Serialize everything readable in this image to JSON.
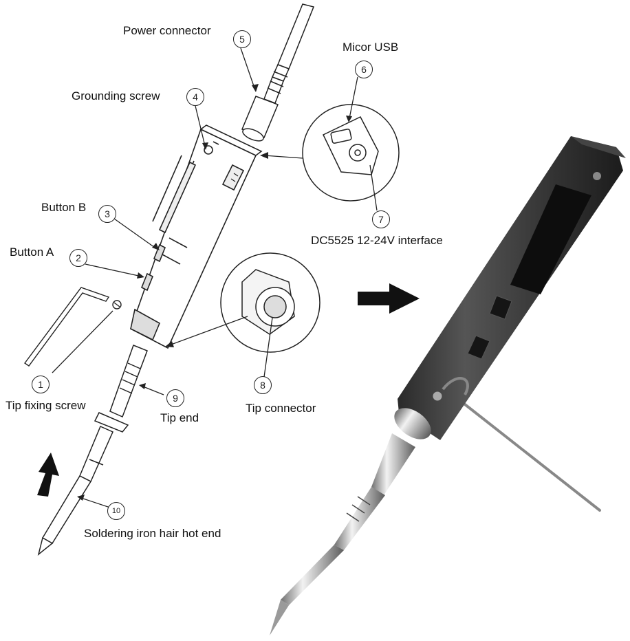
{
  "callouts": [
    {
      "number": "1",
      "label": "Tip fixing screw"
    },
    {
      "number": "2",
      "label": "Button A"
    },
    {
      "number": "3",
      "label": "Button B"
    },
    {
      "number": "4",
      "label": "Grounding screw"
    },
    {
      "number": "5",
      "label": "Power connector"
    },
    {
      "number": "6",
      "label": "Micor USB"
    },
    {
      "number": "7",
      "label": "DC5525 12-24V interface"
    },
    {
      "number": "8",
      "label": "Tip connector"
    },
    {
      "number": "9",
      "label": "Tip end"
    },
    {
      "number": "10",
      "label": "Soldering iron hair hot end"
    }
  ]
}
